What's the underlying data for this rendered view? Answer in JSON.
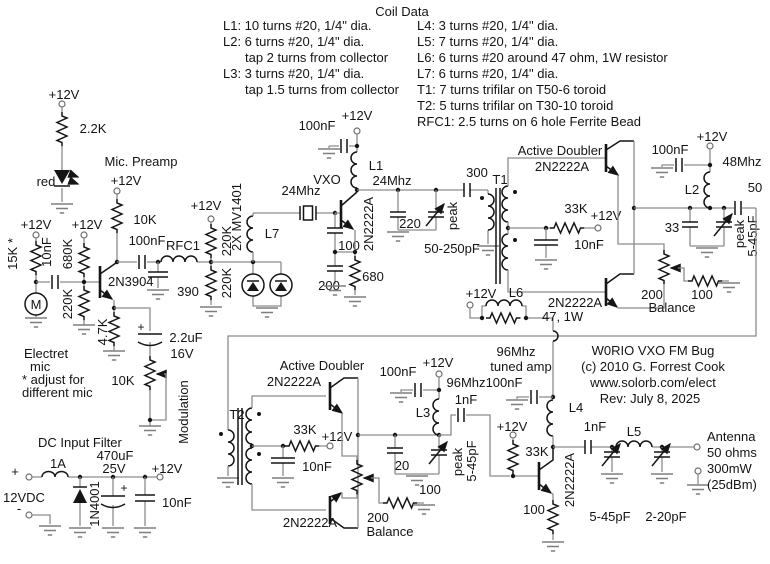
{
  "coil_data": {
    "title": "Coil Data",
    "left": [
      "L1: 10 turns #20, 1/4\" dia.",
      "L2: 6 turns #20, 1/4\" dia.",
      "tap 2 turns from collector",
      "L3: 3 turns #20, 1/4\" dia.",
      "tap 1.5 turns from collector"
    ],
    "right": [
      "L4: 3 turns #20, 1/4\" dia.",
      "L5: 7 turns #20, 1/4\" dia.",
      "L6: 6 turns #20 around 47 ohm, 1W resistor",
      "L7: 6 turns #20, 1/4\" dia.",
      "T1: 7 turns trifilar on T50-6 toroid",
      "T2: 5 turns trifilar on T30-10 toroid",
      "RFC1: 2.5 turns on 6 hole Ferrite Bead"
    ]
  },
  "common": {
    "v12": "+12V",
    "c100nF": "100nF",
    "c10nF": "10nF",
    "r33K": "33K",
    "q2222": "2N2222A",
    "r200": "200",
    "r100": "100",
    "balance": "Balance",
    "peak": "peak",
    "c545": "5-45pF",
    "active_doubler": "Active Doubler",
    "f24": "24Mhz",
    "f96": "96Mhz",
    "c1nF": "1nF"
  },
  "power_led": {
    "r22k": "2.2K",
    "red": "red"
  },
  "mic_preamp": {
    "title": "Mic. Preamp",
    "r10k": "10K",
    "r15k": "15K *",
    "r680k": "680K",
    "r220k": "220K",
    "q": "2N3904",
    "c390": "390",
    "rfc1": "RFC1",
    "r47k": "4.7K",
    "c22uF": "2.2uF",
    "v16": "16V",
    "pot10k": "10K",
    "modulation": "Modulation",
    "mic_m": "M",
    "electret": "Electret",
    "mic_word": "mic",
    "note1": "* adjust for",
    "note2": "different mic",
    "plus": "+"
  },
  "vxo": {
    "label": "VXO",
    "xtal": "24Mhz",
    "l1": "L1",
    "l7": "L7",
    "varactors": "2X MV1401",
    "r220k": "220K",
    "c100": "100",
    "c200": "200",
    "r680": "680",
    "c300": "300",
    "c220": "220",
    "range": "50-250pF"
  },
  "doubler1": {
    "t1": "T1",
    "f48": "48Mhz",
    "l2": "L2",
    "c50": "50",
    "c33": "33"
  },
  "doubler2": {
    "t2": "T2",
    "l3": "L3",
    "c20": "20"
  },
  "tuned_amp": {
    "line1": "96Mhz",
    "line2": "tuned amp",
    "l6": "L6",
    "r47": "47, 1W",
    "l4": "L4",
    "l5": "L5",
    "c2_20": "2-20pF"
  },
  "antenna": {
    "l1": "Antenna",
    "l2": "50 ohms",
    "l3": "300mW",
    "l4": "(25dBm)"
  },
  "dc_filter": {
    "title": "DC Input Filter",
    "fuse": "1A",
    "c470": "470uF",
    "v25": "25V",
    "vin": "12VDC",
    "diode": "1N4001",
    "c10nF": "10nF",
    "plus": "+",
    "minus": "-"
  },
  "title_block": {
    "line1": "W0RIO VXO FM Bug",
    "line2": "(c) 2010  G. Forrest Cook",
    "line3": "www.solorb.com/elect",
    "line4": "Rev: July 8, 2025"
  }
}
